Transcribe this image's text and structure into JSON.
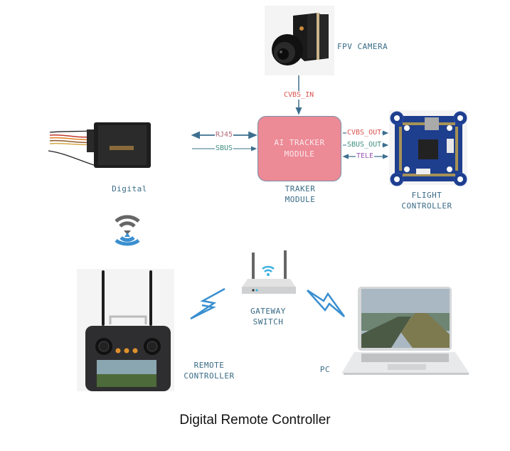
{
  "diagram": {
    "caption": "Digital Remote Controller",
    "nodes": {
      "fpv_camera": {
        "label": "FPV CAMERA"
      },
      "ai_tracker": {
        "title_line1": "AI TRACKER",
        "title_line2": "MODULE",
        "sub_line1": "TRAKER",
        "sub_line2": "MODULE"
      },
      "flight_controller": {
        "line1": "FLIGHT",
        "line2": "CONTROLLER"
      },
      "digital": {
        "label": "Digital"
      },
      "gateway": {
        "line1": "GATEWAY",
        "line2": "SWITCH"
      },
      "remote_controller": {
        "line1": "REMOTE",
        "line2": "CONTROLLER"
      },
      "pc": {
        "label": "PC"
      }
    },
    "connections": {
      "cvbs_in": {
        "label": "CVBS_IN",
        "from": "FPV CAMERA",
        "to": "AI TRACKER MODULE",
        "color": "#d9534f"
      },
      "rj45": {
        "label": "RJ45",
        "direction": "bidirectional",
        "color": "#b06a7a"
      },
      "sbus": {
        "label": "SBUS",
        "direction": "into module",
        "color": "#3f8f7f"
      },
      "cvbs_out": {
        "label": "CVBS_OUT",
        "direction": "to flight controller",
        "color": "#d9534f"
      },
      "sbus_out": {
        "label": "SBUS_OUT",
        "direction": "to flight controller",
        "color": "#3f8f7f"
      },
      "tele": {
        "label": "TELE",
        "direction": "bidirectional",
        "color": "#9b59b6"
      }
    },
    "colors": {
      "module_fill": "#ec8a96",
      "label_text": "#3a6b86",
      "wire": "#3d6f8f",
      "wireless_blue": "#3a8fd0"
    }
  }
}
